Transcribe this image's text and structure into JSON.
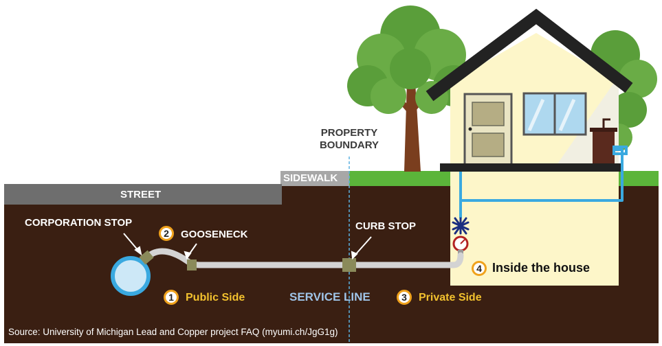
{
  "labels": {
    "property_boundary": [
      "PROPERTY",
      "BOUNDARY"
    ],
    "sidewalk": "SIDEWALK",
    "street": "STREET",
    "corporation_stop": "CORPORATION STOP",
    "gooseneck": "GOOSENECK",
    "curb_stop": "CURB STOP",
    "service_line": "SERVICE LINE",
    "public_side": "Public Side",
    "private_side": "Private Side",
    "inside_house": "Inside the house",
    "source": "Source: University of Michigan Lead and Copper project FAQ (myumi.ch/JgG1g)"
  },
  "steps": [
    "1",
    "2",
    "3",
    "4"
  ],
  "colors": {
    "soil": "#3a1f12",
    "grass": "#5bb53a",
    "street": "#6e6e6e",
    "sidewalk": "#a7a7a7",
    "pipe": "#d3d3d3",
    "fitting": "#8a8a5a",
    "house_wall": "#fdf6c9",
    "roof": "#222222",
    "interior_pipe": "#3aa9e0",
    "tree_green": "#5a9e3a",
    "trunk": "#7a3e1e",
    "accent_circle": "#f0a21c",
    "label_yellow": "#f2c12e",
    "label_blue": "#9fc4e8"
  }
}
